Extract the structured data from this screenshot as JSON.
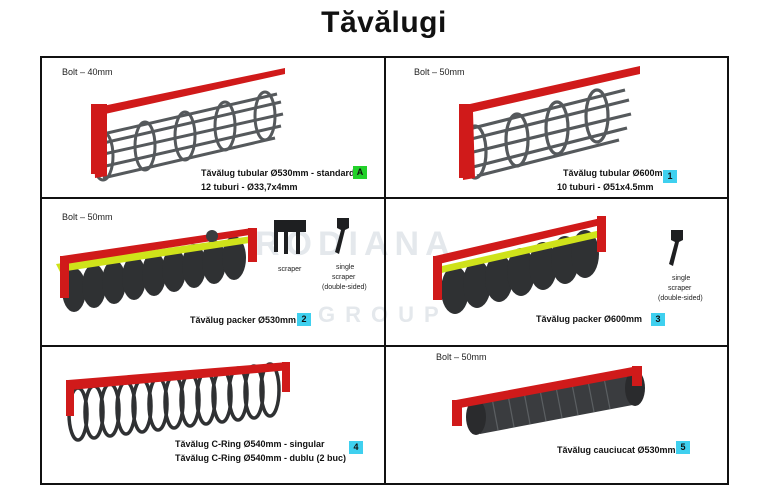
{
  "title": "Tăvălugi",
  "watermark": {
    "brand": "RODIANA",
    "group": "GROUP"
  },
  "cells": {
    "c1": {
      "bolt": "Bolt – 40mm",
      "line1": "Tăvălug tubular Ø530mm - standard",
      "line2": "12 tuburi - Ø33,7x4mm",
      "badge": "A"
    },
    "c2": {
      "bolt": "Bolt – 50mm",
      "line1": "Tăvălug tubular Ø600mm",
      "line2": "10 tuburi - Ø51x4.5mm",
      "badge": "1"
    },
    "c3": {
      "bolt": "Bolt – 50mm",
      "line1": "Tăvălug packer Ø530mm",
      "badge": "2",
      "scraper": "scraper",
      "single1": "single",
      "single2": "scraper",
      "single3": "(double-sided)"
    },
    "c4": {
      "line1": "Tăvălug packer Ø600mm",
      "badge": "3",
      "single1": "single",
      "single2": "scraper",
      "single3": "(double-sided)"
    },
    "c5": {
      "line1": "Tăvălug C-Ring Ø540mm - singular",
      "line2": "Tăvălug C-Ring Ø540mm - dublu (2 buc)",
      "badge": "4"
    },
    "c6": {
      "bolt": "Bolt – 50mm",
      "line1": "Tăvălug cauciucat Ø530mm",
      "badge": "5"
    }
  },
  "colors": {
    "frame_red": "#d01a1a",
    "roller_dark": "#2f3133",
    "roller_grey": "#6b6f72",
    "accent_yellow": "#cfe21a",
    "badge_cyan": "#3fd0ef",
    "badge_green": "#22d12a"
  }
}
